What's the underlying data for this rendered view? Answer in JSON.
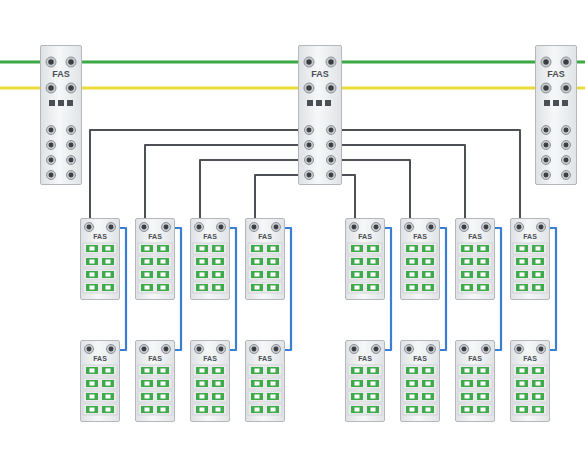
{
  "diagram": {
    "nodes": [
      {
        "text": [
          "FAS"
        ]
      },
      {
        "text": [
          "FAS"
        ]
      },
      {
        "text": [
          "FAS"
        ]
      },
      {
        "text": [
          "FAS"
        ]
      },
      {
        "text": [
          "FAS"
        ]
      },
      {
        "text": [
          "FAS"
        ]
      },
      {
        "text": [
          "FAS"
        ]
      },
      {
        "text": [
          "FAS"
        ]
      },
      {
        "text": [
          "FAS"
        ]
      },
      {
        "text": [
          "FAS"
        ]
      },
      {
        "text": [
          "FAS"
        ]
      },
      {
        "text": [
          "FAS"
        ]
      },
      {
        "text": [
          "FAS"
        ]
      },
      {
        "text": [
          "FAS"
        ]
      },
      {
        "text": [
          "FAS"
        ]
      },
      {
        "text": [
          "FAS"
        ]
      },
      {
        "text": [
          "FAS"
        ]
      },
      {
        "text": [
          "FAS"
        ]
      },
      {
        "text": [
          "FAS"
        ]
      }
    ],
    "edges": [
      {
        "from": 0,
        "to": 1,
        "arrow": "none"
      },
      {
        "from": 0,
        "to": 1,
        "arrow": "none"
      },
      {
        "from": 1,
        "to": 2,
        "arrow": "none"
      },
      {
        "from": 1,
        "to": 2,
        "arrow": "none"
      },
      {
        "from": 1,
        "to": 3,
        "arrow": "none"
      },
      {
        "from": 1,
        "to": 4,
        "arrow": "none"
      },
      {
        "from": 1,
        "to": 5,
        "arrow": "none"
      },
      {
        "from": 1,
        "to": 6,
        "arrow": "none"
      },
      {
        "from": 1,
        "to": 7,
        "arrow": "none"
      },
      {
        "from": 1,
        "to": 8,
        "arrow": "none"
      },
      {
        "from": 1,
        "to": 9,
        "arrow": "none"
      },
      {
        "from": 1,
        "to": 10,
        "arrow": "none"
      },
      {
        "from": 3,
        "to": 11,
        "arrow": "none"
      },
      {
        "from": 4,
        "to": 12,
        "arrow": "none"
      },
      {
        "from": 5,
        "to": 13,
        "arrow": "none"
      },
      {
        "from": 6,
        "to": 14,
        "arrow": "none"
      },
      {
        "from": 7,
        "to": 15,
        "arrow": "none"
      },
      {
        "from": 8,
        "to": 16,
        "arrow": "none"
      },
      {
        "from": 9,
        "to": 17,
        "arrow": "none"
      },
      {
        "from": 10,
        "to": 18,
        "arrow": "none"
      }
    ]
  }
}
